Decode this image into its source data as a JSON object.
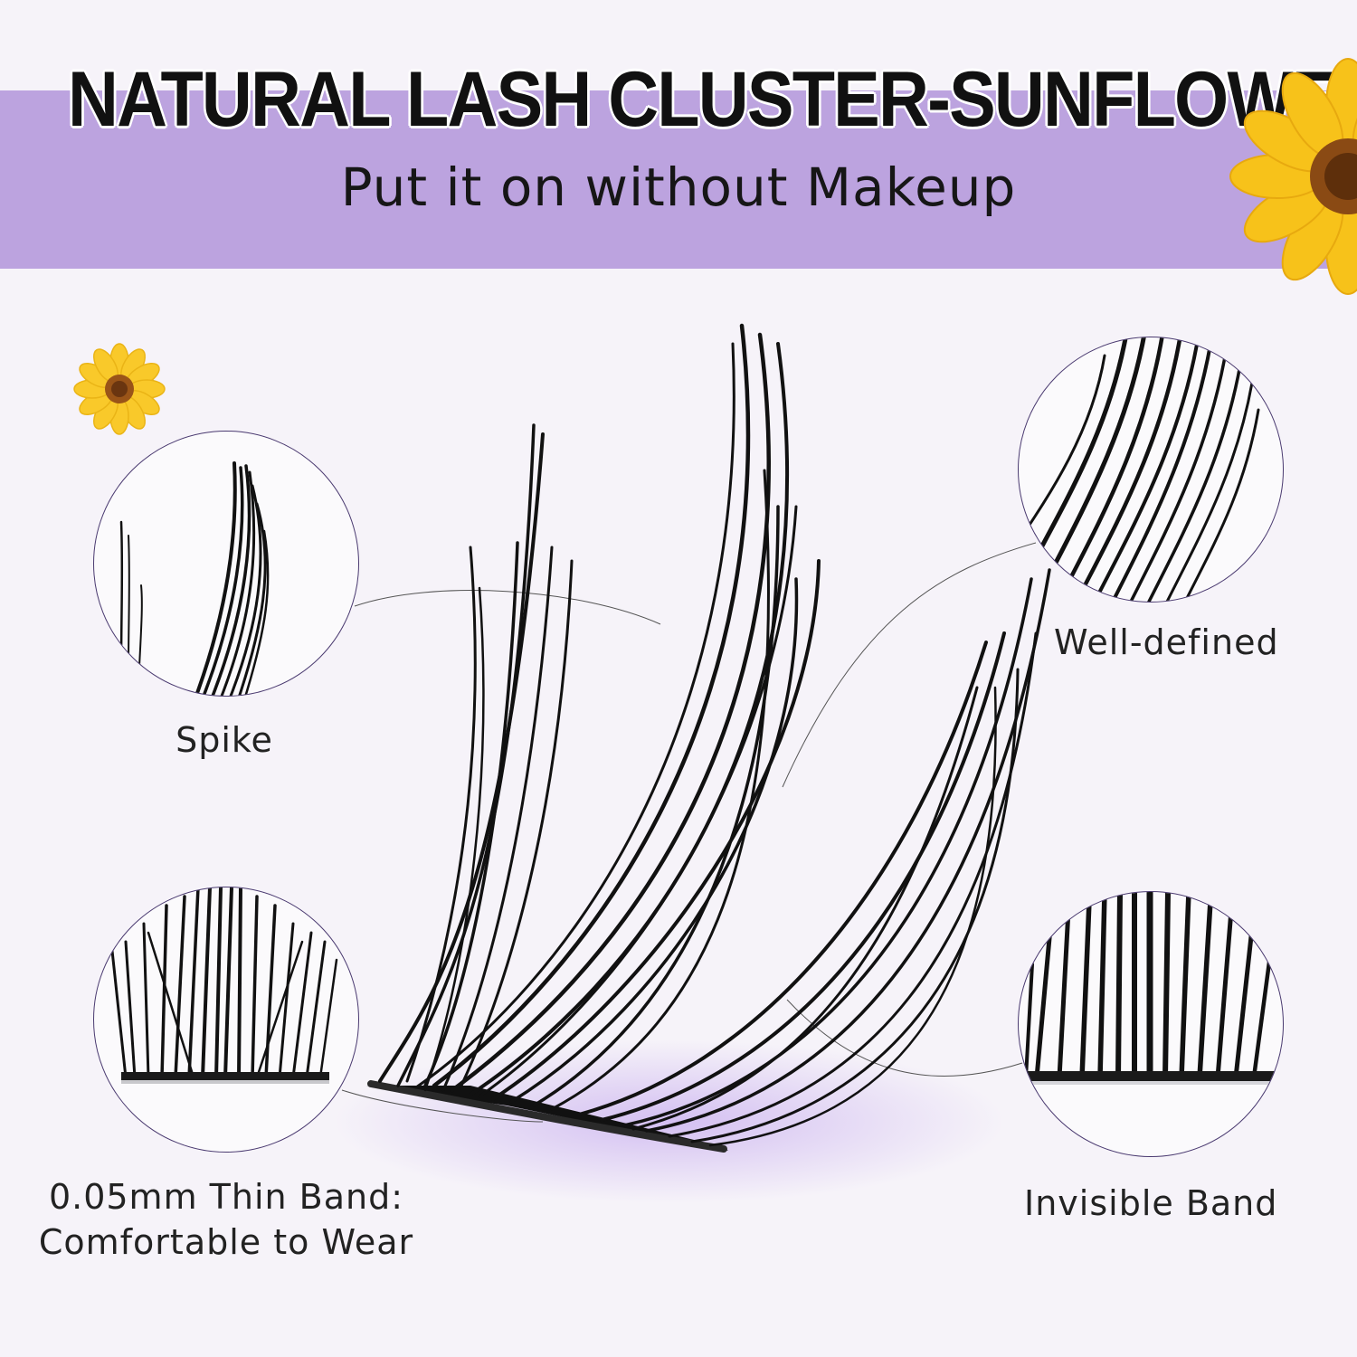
{
  "header": {
    "title": "NATURAL LASH CLUSTER-SUNFLOWER",
    "subtitle": "Put it on without Makeup"
  },
  "features": {
    "spike": "Spike",
    "well_defined": "Well-defined",
    "thin_band_line1": "0.05mm Thin Band:",
    "thin_band_line2": "Comfortable to Wear",
    "invisible_band": "Invisible Band"
  },
  "colors": {
    "banner": "#bca3df",
    "background": "#f6f3f9",
    "lash": "#111111",
    "sunflower_petal": "#f7c21a",
    "sunflower_center": "#8a4a14"
  }
}
